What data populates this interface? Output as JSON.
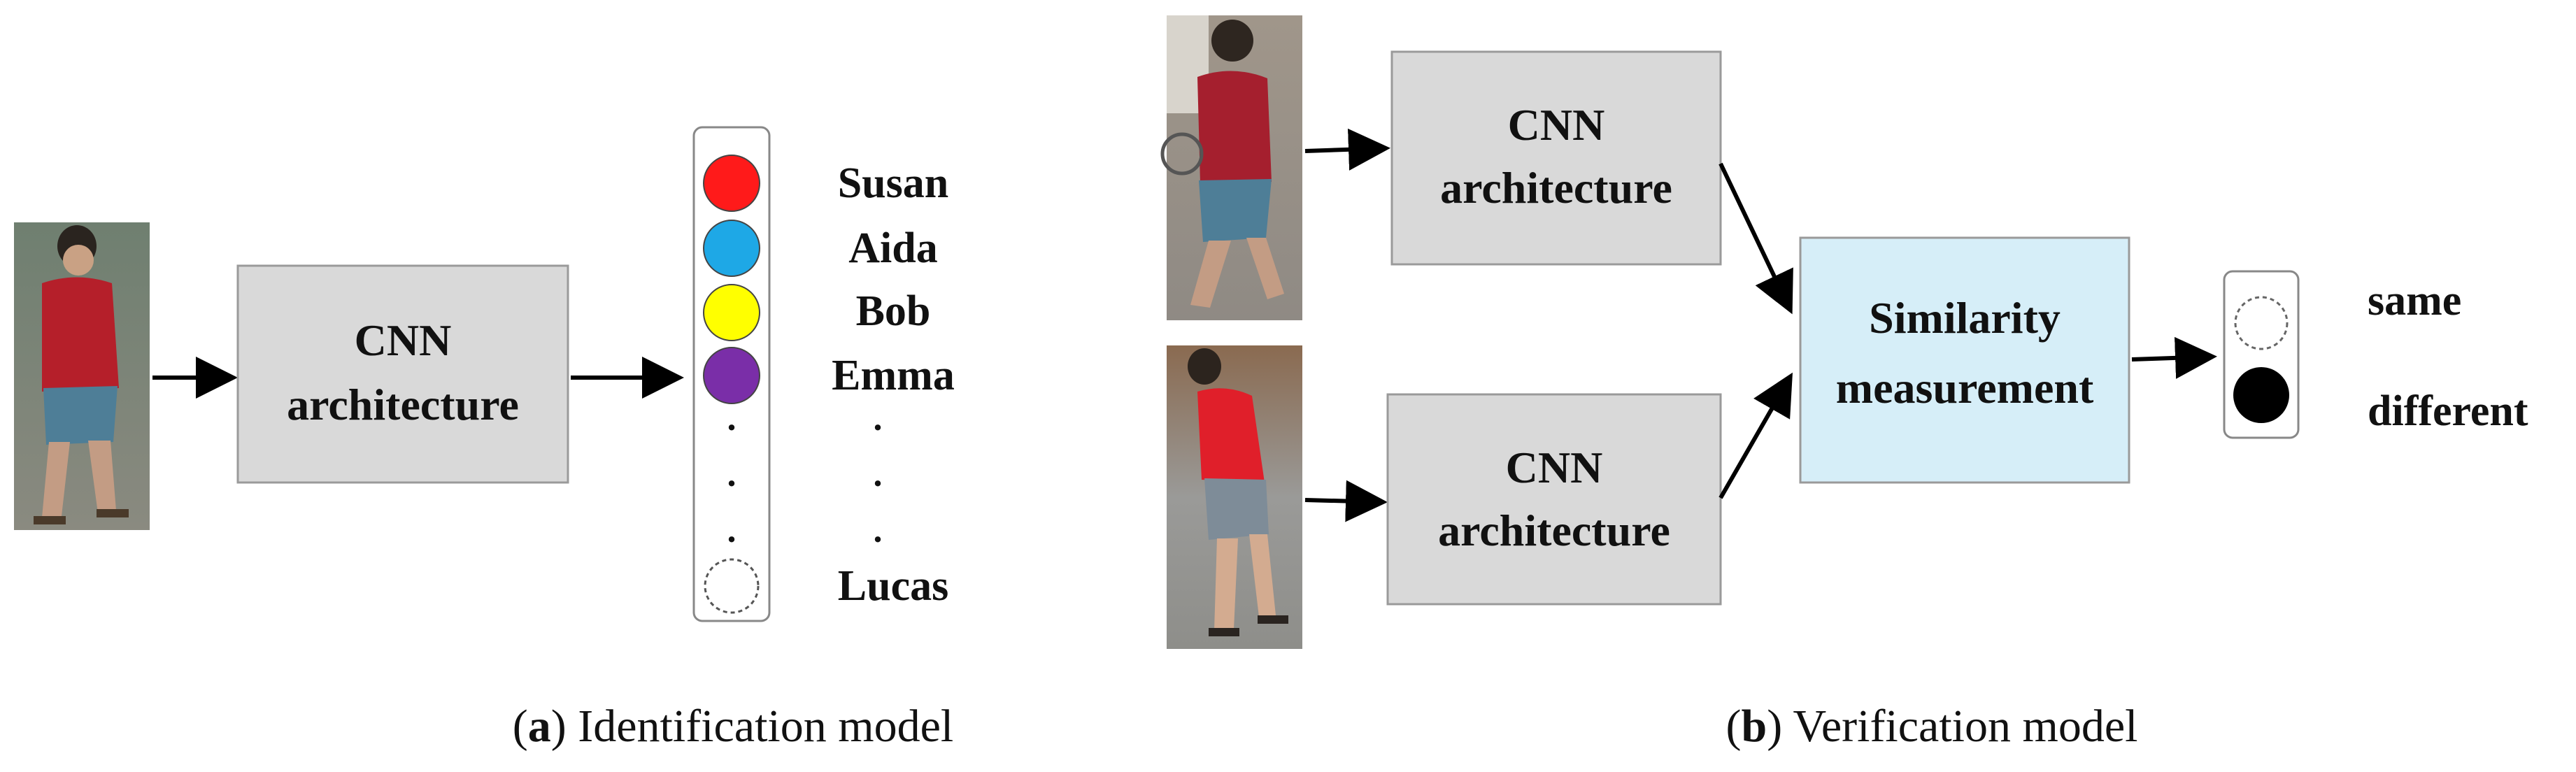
{
  "identification": {
    "cnn_label_line1": "CNN",
    "cnn_label_line2": "architecture",
    "outputs": [
      {
        "name": "Susan",
        "color": "#ff1a1a"
      },
      {
        "name": "Aida",
        "color": "#1ea8e6"
      },
      {
        "name": "Bob",
        "color": "#ffff00"
      },
      {
        "name": "Emma",
        "color": "#7a2ea8"
      }
    ],
    "last_output": {
      "name": "Lucas",
      "color": "#ffffff"
    },
    "caption_letter": "a",
    "caption_text": "Identification model"
  },
  "verification": {
    "cnn_top_line1": "CNN",
    "cnn_top_line2": "architecture",
    "cnn_bottom_line1": "CNN",
    "cnn_bottom_line2": "architecture",
    "similarity_line1": "Similarity",
    "similarity_line2": "measurement",
    "output_same": "same",
    "output_different": "different",
    "caption_letter": "b",
    "caption_text": "Verification model"
  },
  "colors": {
    "cnn_box": "#d9d9d9",
    "similarity_box": "#d6eef8"
  }
}
